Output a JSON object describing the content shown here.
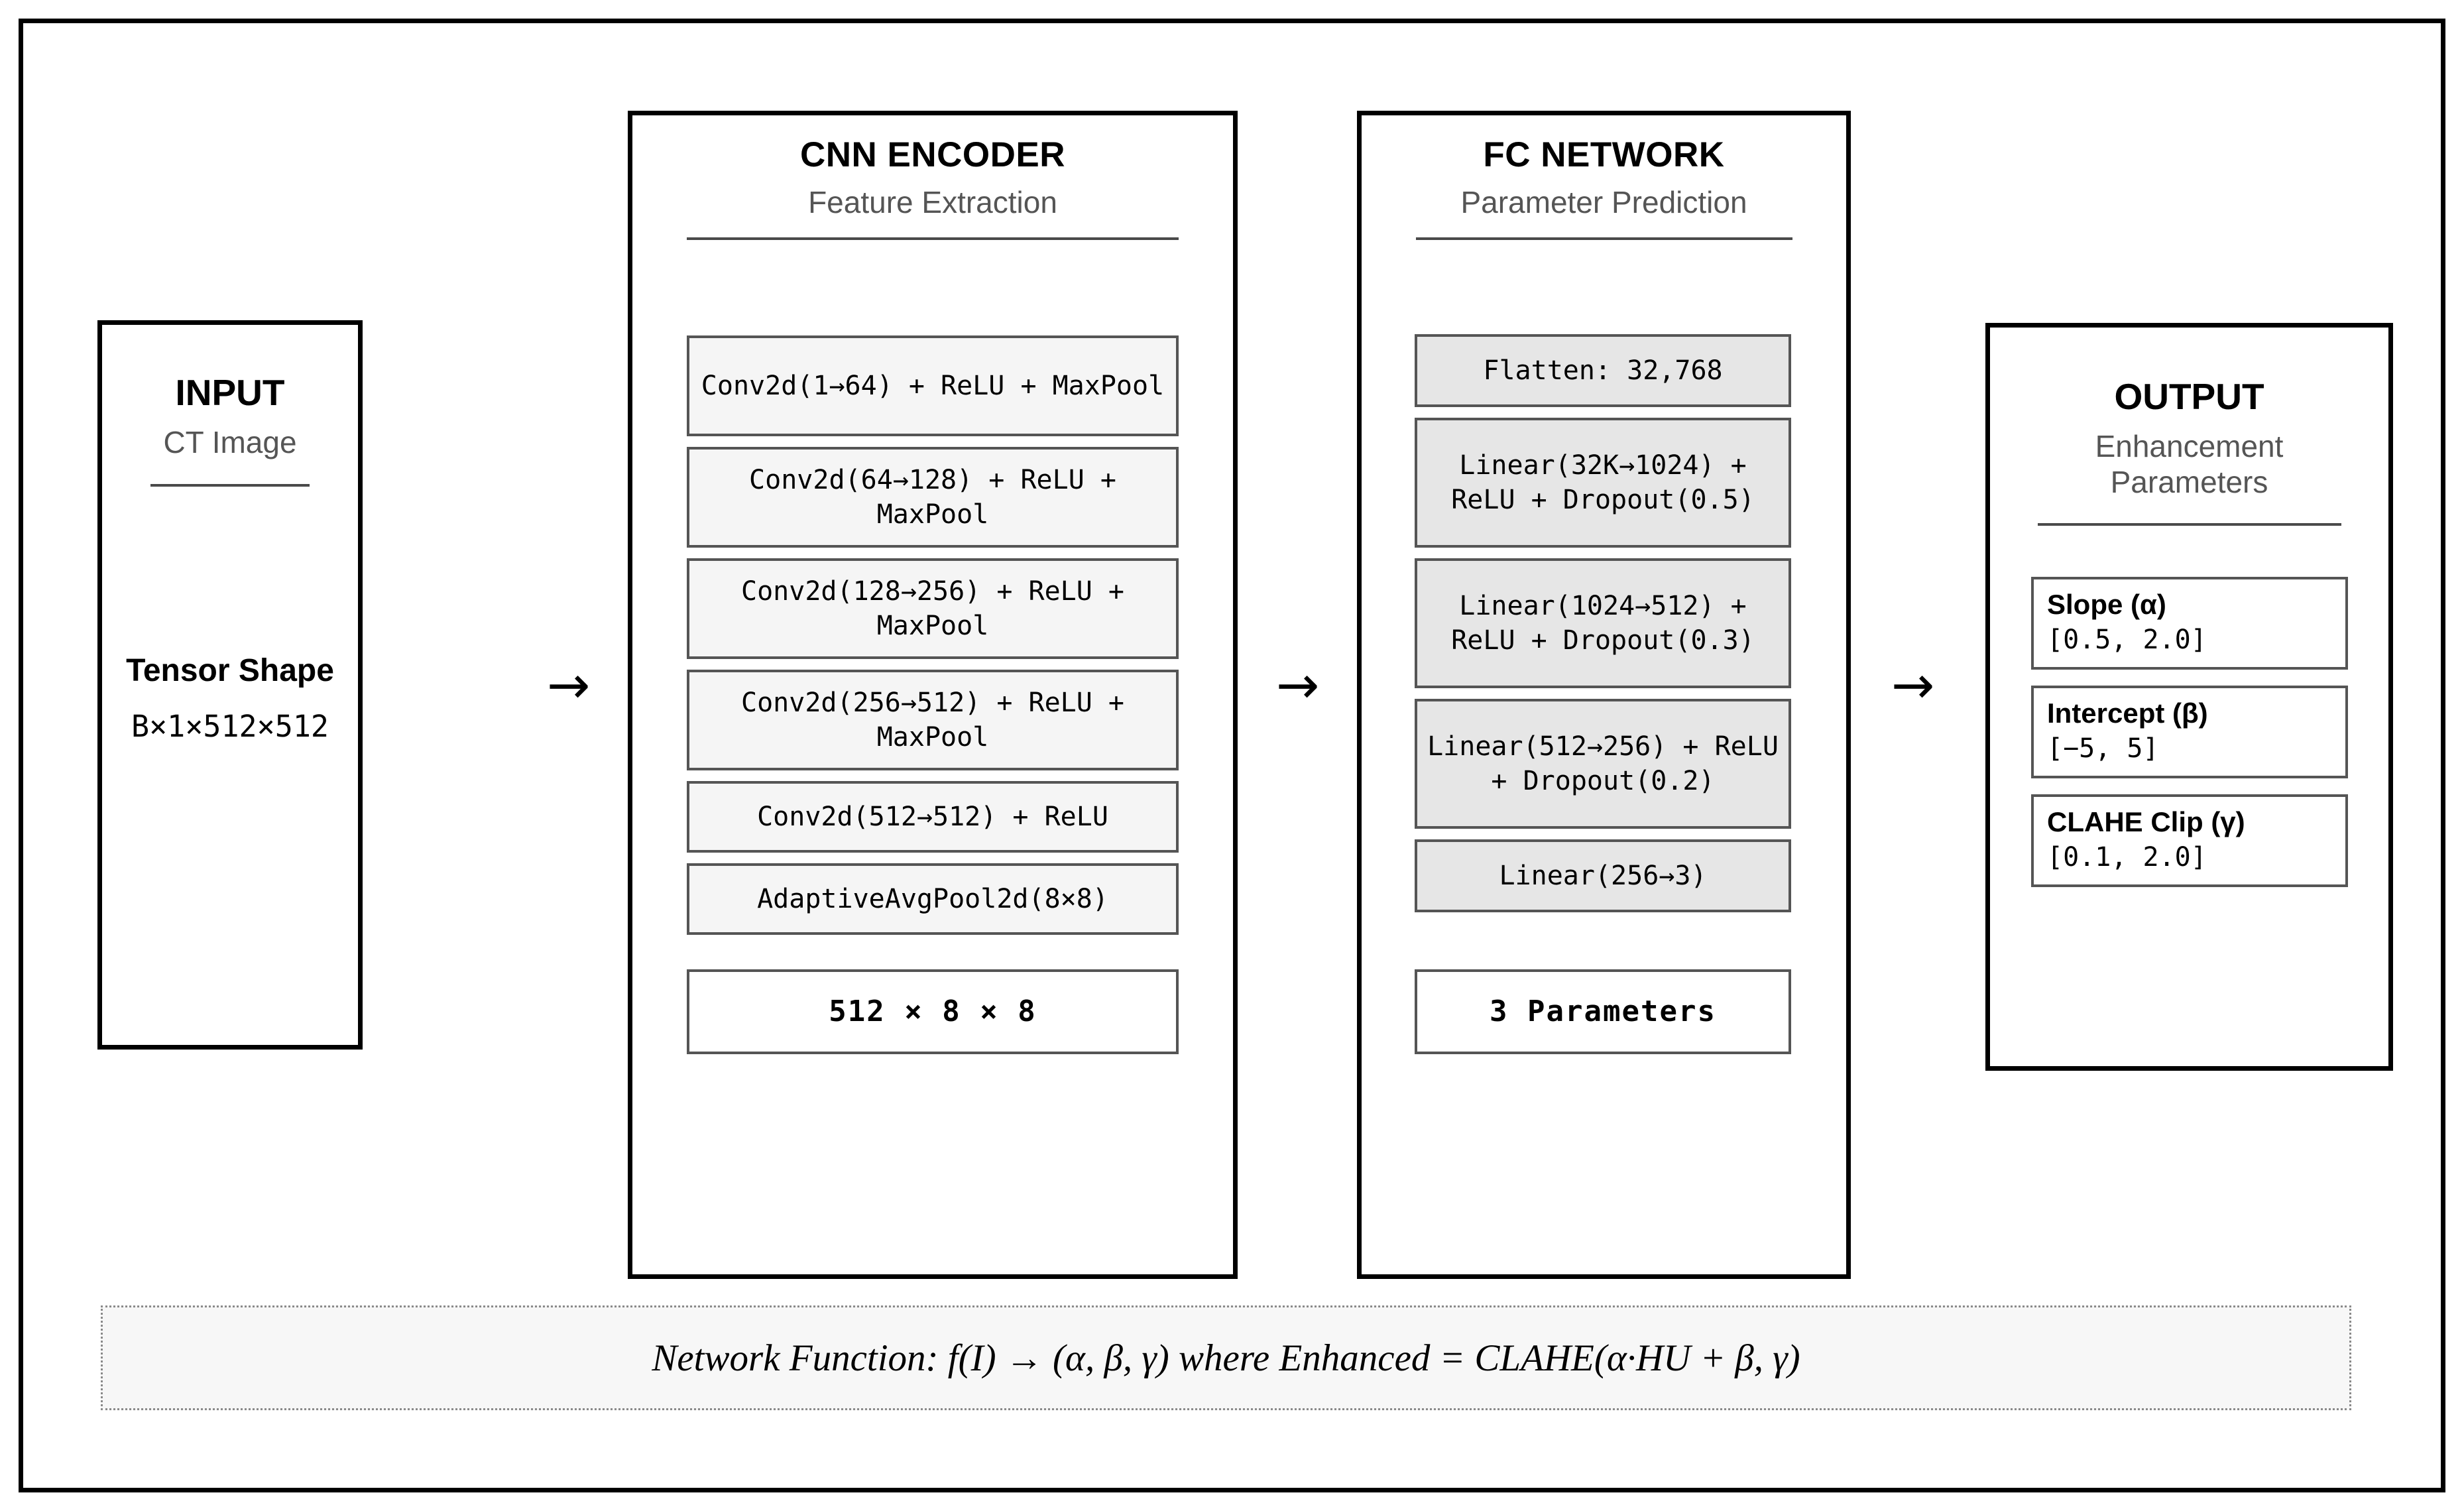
{
  "input_panel": {
    "title": "INPUT",
    "subtitle": "CT Image",
    "tensor_label": "Tensor Shape",
    "tensor_value": "B×1×512×512"
  },
  "cnn_encoder": {
    "title": "CNN ENCODER",
    "subtitle": "Feature Extraction",
    "layers": [
      "Conv2d(1→64) + ReLU + MaxPool",
      "Conv2d(64→128) + ReLU + MaxPool",
      "Conv2d(128→256) + ReLU + MaxPool",
      "Conv2d(256→512) + ReLU + MaxPool",
      "Conv2d(512→512) + ReLU",
      "AdaptiveAvgPool2d(8×8)"
    ],
    "output_shape": "512 × 8 × 8"
  },
  "fc_network": {
    "title": "FC NETWORK",
    "subtitle": "Parameter Prediction",
    "layers": [
      "Flatten: 32,768",
      "Linear(32K→1024) + ReLU + Dropout(0.5)",
      "Linear(1024→512) + ReLU + Dropout(0.3)",
      "Linear(512→256) + ReLU + Dropout(0.2)",
      "Linear(256→3)"
    ],
    "output_shape": "3 Parameters"
  },
  "output_panel": {
    "title": "OUTPUT",
    "subtitle": "Enhancement Parameters",
    "parameters": [
      {
        "name": "Slope (α)",
        "range": "[0.5, 2.0]"
      },
      {
        "name": "Intercept (β)",
        "range": "[−5, 5]"
      },
      {
        "name": "CLAHE Clip (γ)",
        "range": "[0.1, 2.0]"
      }
    ]
  },
  "arrows": {
    "input_to_cnn": "→",
    "cnn_to_fc": "→",
    "fc_to_output": "→"
  },
  "footer": {
    "formula": "Network Function: f(I) → (α, β, γ) where Enhanced = CLAHE(α·HU + β, γ)"
  }
}
